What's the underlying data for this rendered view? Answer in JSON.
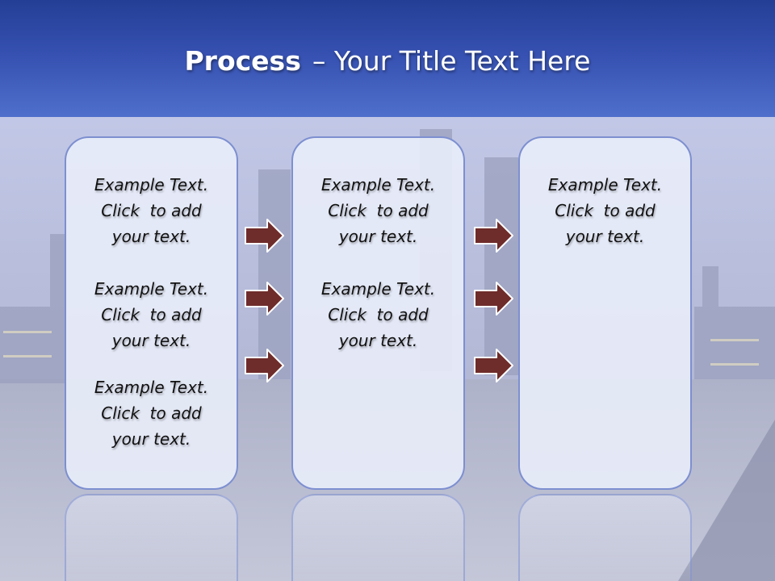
{
  "title": {
    "bold": "Process",
    "dash": "–",
    "rest": "Your Title Text Here"
  },
  "boxes": [
    {
      "items": [
        [
          "Example Text.",
          "Click  to add",
          "your text."
        ],
        [
          "Example Text.",
          "Click  to add",
          "your text."
        ],
        [
          "Example Text.",
          "Click  to add",
          "your text."
        ]
      ]
    },
    {
      "items": [
        [
          "Example Text.",
          "Click  to add",
          "your text."
        ],
        [
          "Example Text.",
          "Click  to add",
          "your text."
        ]
      ]
    },
    {
      "items": [
        [
          "Example Text.",
          "Click  to add",
          "your text."
        ]
      ]
    }
  ],
  "colors": {
    "title_band": "#3550b0",
    "box_border": "#7d8fd0",
    "box_fill": "#e9edfa",
    "arrow_fill": "#6e2c2a",
    "text": "#111111"
  }
}
